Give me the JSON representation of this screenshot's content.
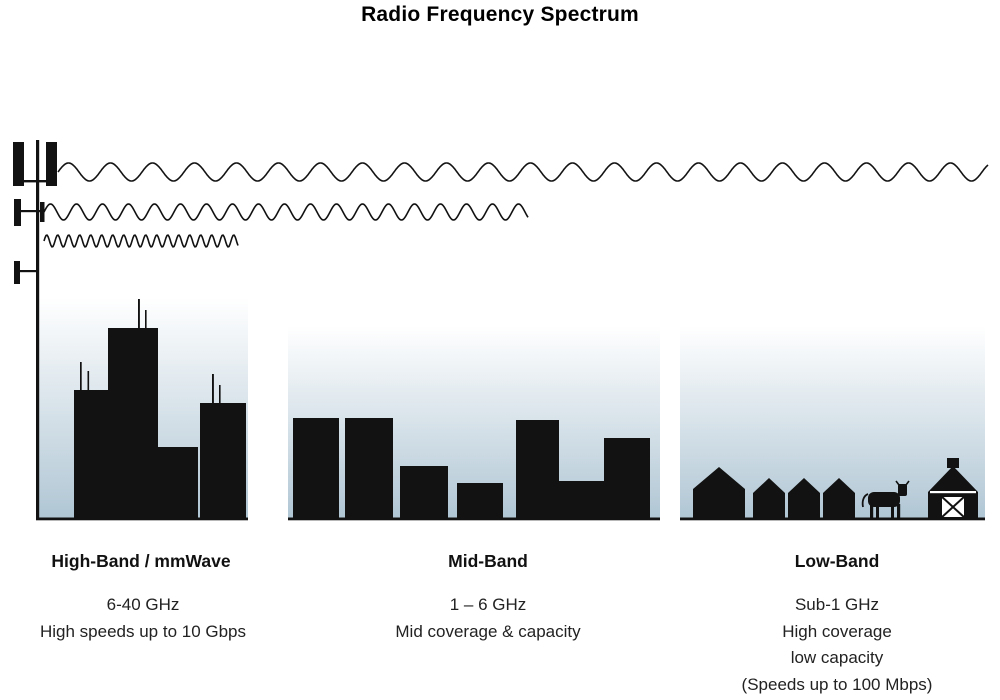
{
  "title": "Radio Frequency Spectrum",
  "bands": [
    {
      "id": "high-band",
      "label": "High-Band / mmWave",
      "details": [
        "6-40 GHz",
        "High speeds up to 10 Gbps"
      ]
    },
    {
      "id": "mid-band",
      "label": "Mid-Band",
      "details": [
        "1 – 6 GHz",
        "Mid coverage & capacity"
      ]
    },
    {
      "id": "low-band",
      "label": "Low-Band",
      "details": [
        "Sub-1 GHz",
        "High coverage",
        "low capacity",
        "(Speeds up to 100 Mbps)"
      ]
    }
  ],
  "waves": [
    {
      "name": "low-band-wave"
    },
    {
      "name": "mid-band-wave"
    },
    {
      "name": "high-band-wave"
    }
  ],
  "icons": [
    "cell-tower-icon",
    "city-skyline",
    "midrise-buildings",
    "house-icon",
    "cow-icon",
    "barn-icon"
  ],
  "colors": {
    "silhouette": "#121212",
    "sky_gradient_bottom": "#b0c6d4",
    "background": "#ffffff",
    "text": "#1d1d1d"
  }
}
